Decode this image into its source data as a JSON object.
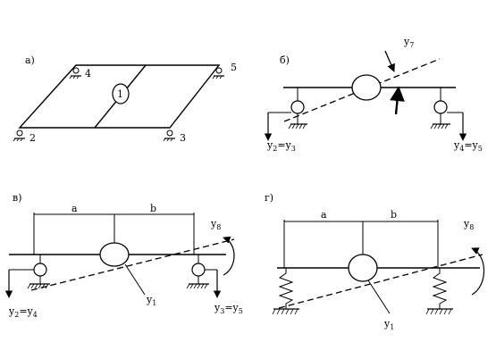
{
  "panels": {
    "a": {
      "label": "а)",
      "nodes": {
        "n1": "1",
        "n2": "2",
        "n3": "3",
        "n4": "4",
        "n5": "5"
      }
    },
    "b": {
      "label": "б)",
      "y7": {
        "base": "y",
        "sub": "7"
      },
      "left": {
        "a": "y",
        "as": "2",
        "eq": "=",
        "b": "y",
        "bs": "3"
      },
      "right": {
        "a": "y",
        "as": "4",
        "eq": "=",
        "b": "y",
        "bs": "5"
      }
    },
    "v": {
      "label": "в)",
      "dim_a": "a",
      "dim_b": "b",
      "y8": {
        "base": "y",
        "sub": "8"
      },
      "y1": {
        "base": "y",
        "sub": "1"
      },
      "left": {
        "a": "y",
        "as": "2",
        "eq": "=",
        "b": "y",
        "bs": "4"
      },
      "right": {
        "a": "y",
        "as": "3",
        "eq": "=",
        "b": "y",
        "bs": "5"
      }
    },
    "g": {
      "label": "г)",
      "dim_a": "a",
      "dim_b": "b",
      "y8": {
        "base": "y",
        "sub": "8"
      },
      "y1": {
        "base": "y",
        "sub": "1"
      }
    }
  }
}
